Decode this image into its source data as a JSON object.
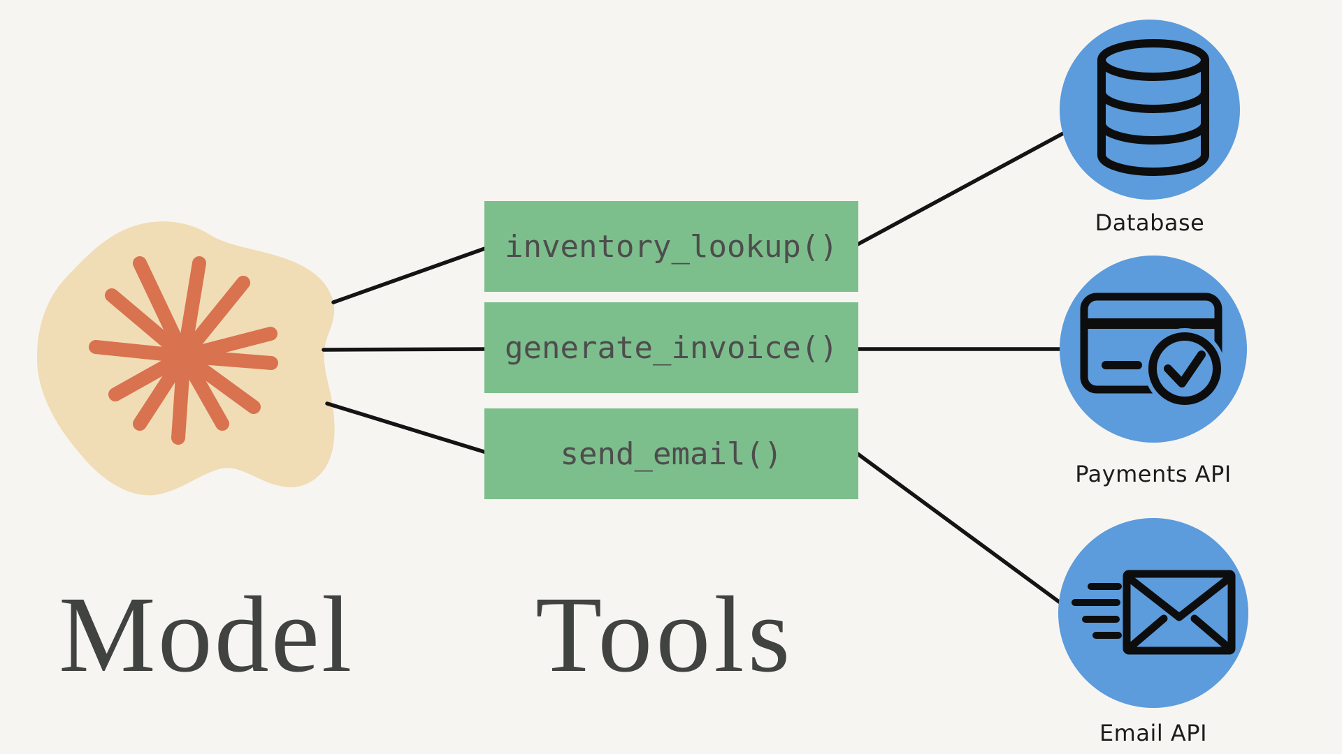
{
  "titles": {
    "model": "Model",
    "tools": "Tools"
  },
  "tools": [
    {
      "label": "inventory_lookup()"
    },
    {
      "label": "generate_invoice()"
    },
    {
      "label": "send_email()"
    }
  ],
  "services": [
    {
      "label": "Database",
      "icon": "database-icon"
    },
    {
      "label": "Payments API",
      "icon": "credit-card-check-icon"
    },
    {
      "label": "Email API",
      "icon": "email-send-icon"
    }
  ],
  "colors": {
    "background": "#f7f5f1",
    "tool-green": "#7dbe8d",
    "service-blue": "#5c9bdc",
    "blob-tan": "#f0ddb6",
    "star-orange": "#d9724f",
    "line-ink": "#141414",
    "icon-ink": "#0d0d0d",
    "tool-text": "#4d4d4d",
    "label-text": "#1c1c1c",
    "title-text": "#414341"
  }
}
